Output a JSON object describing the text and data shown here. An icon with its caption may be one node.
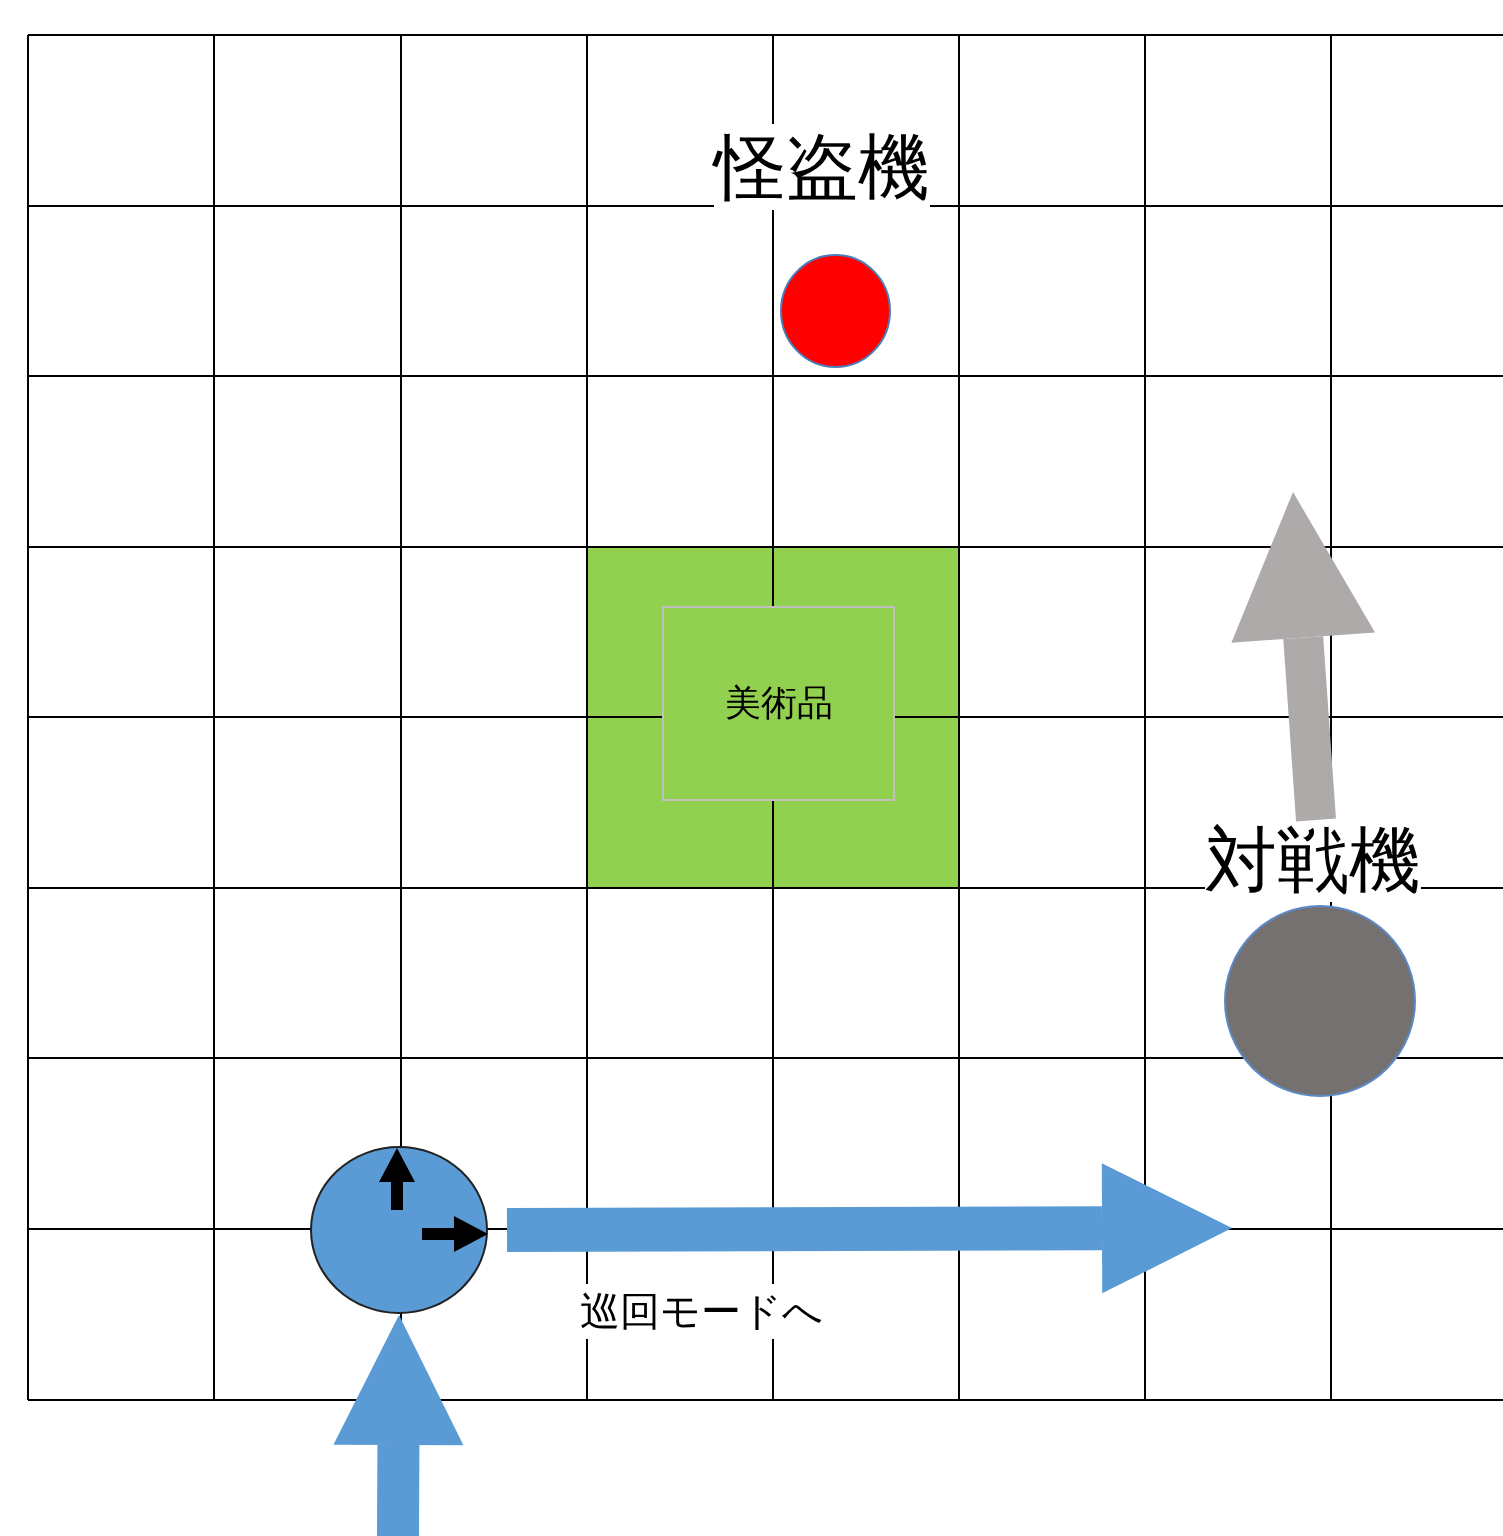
{
  "diagram": {
    "nodes": [
      {
        "text": [],
        "shape": "circle",
        "beside": [
          "怪盗機"
        ]
      },
      {
        "text": [],
        "shape": "box"
      },
      {
        "text": [
          "美術品"
        ],
        "in": 1
      },
      {
        "text": [
          "対戦機"
        ]
      },
      {
        "text": [],
        "shape": "circle"
      }
    ],
    "edges": [
      {
        "from": null,
        "to": 4,
        "arrow": "to"
      },
      {
        "from": 4,
        "to": null,
        "arrow": "to",
        "label": "巡回モードへ"
      },
      {
        "from": 3,
        "to": null,
        "arrow": "to",
        "color": "#aeaaaa"
      }
    ]
  }
}
